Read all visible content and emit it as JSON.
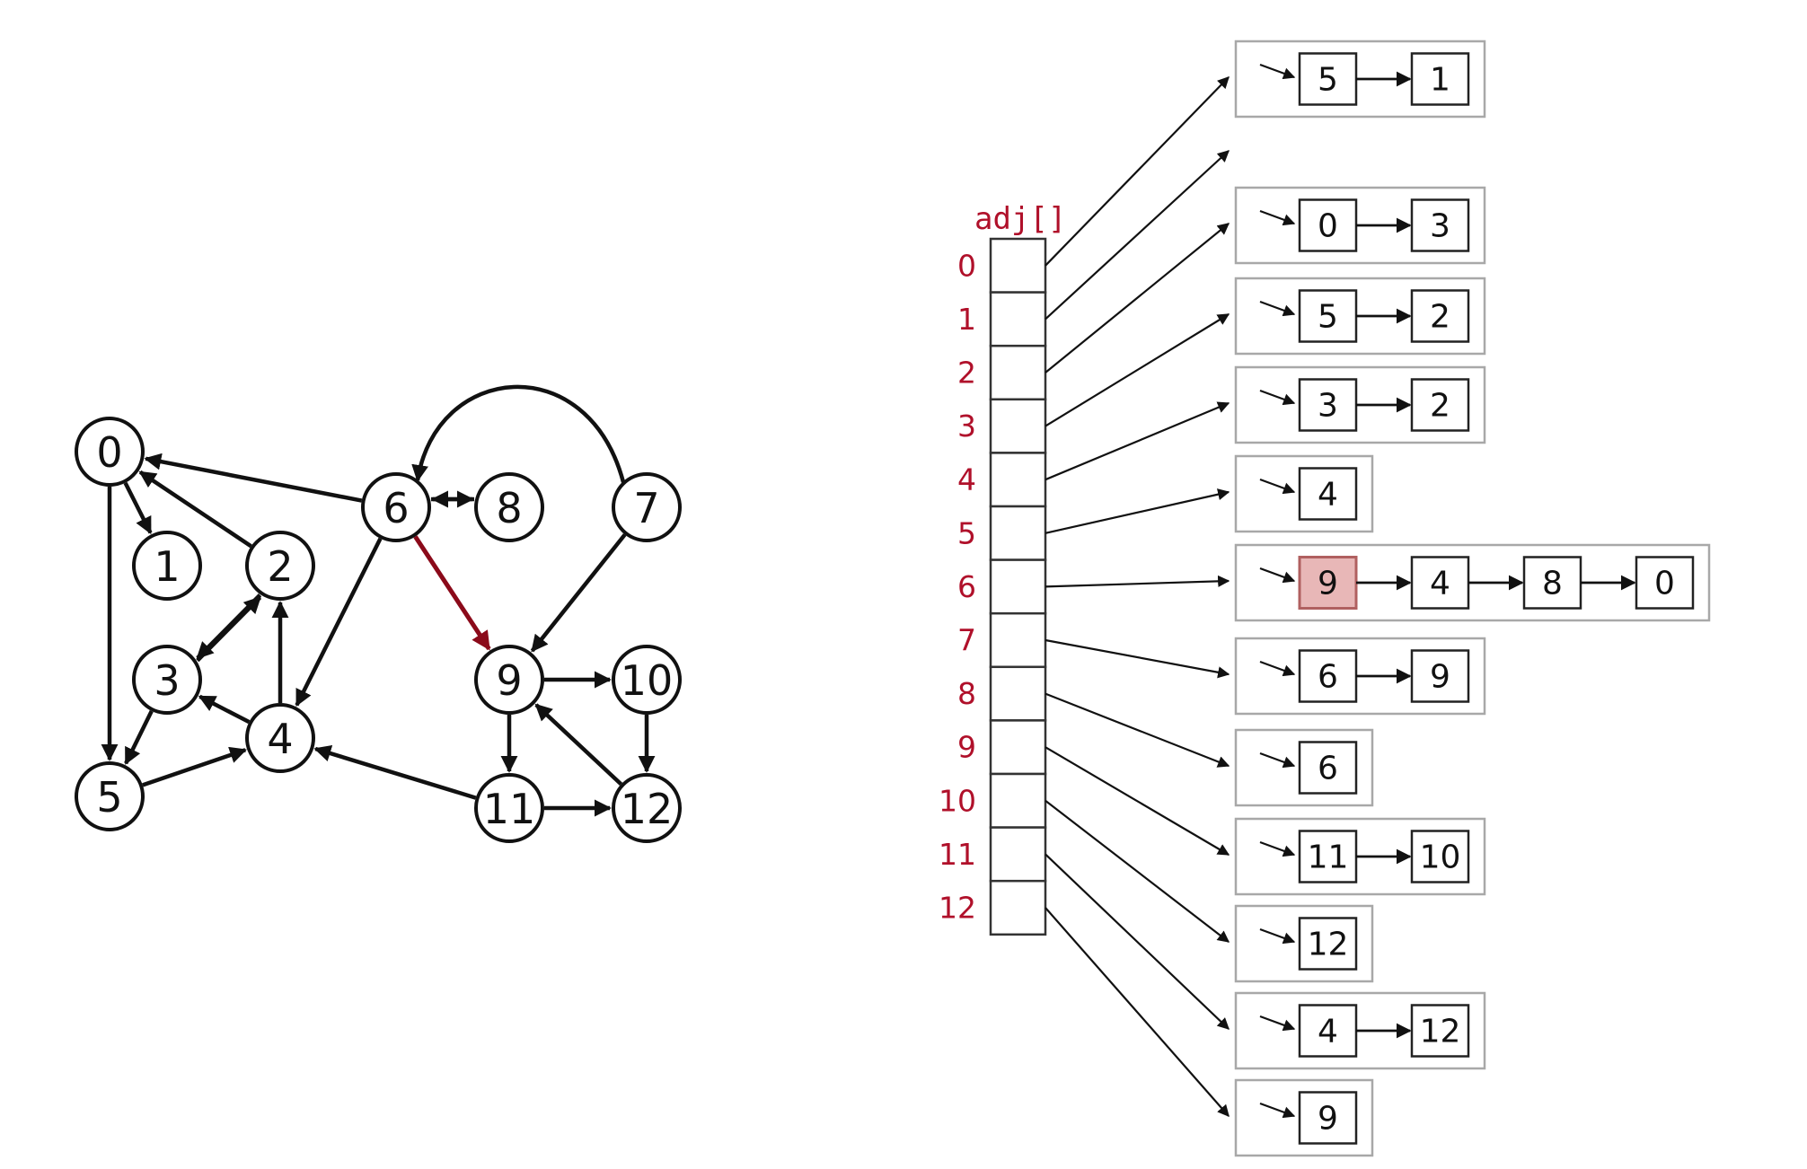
{
  "graph": {
    "nodes": [
      "0",
      "1",
      "2",
      "3",
      "4",
      "5",
      "6",
      "7",
      "8",
      "9",
      "10",
      "11",
      "12"
    ],
    "edges": [
      {
        "from": 0,
        "to": 1
      },
      {
        "from": 0,
        "to": 5
      },
      {
        "from": 2,
        "to": 0
      },
      {
        "from": 2,
        "to": 3
      },
      {
        "from": 3,
        "to": 2
      },
      {
        "from": 3,
        "to": 5
      },
      {
        "from": 4,
        "to": 2
      },
      {
        "from": 4,
        "to": 3
      },
      {
        "from": 5,
        "to": 4
      },
      {
        "from": 6,
        "to": 0
      },
      {
        "from": 6,
        "to": 4
      },
      {
        "from": 6,
        "to": 8
      },
      {
        "from": 6,
        "to": 9,
        "highlight": true
      },
      {
        "from": 7,
        "to": 6
      },
      {
        "from": 7,
        "to": 9
      },
      {
        "from": 8,
        "to": 6
      },
      {
        "from": 9,
        "to": 10
      },
      {
        "from": 9,
        "to": 11
      },
      {
        "from": 10,
        "to": 12
      },
      {
        "from": 11,
        "to": 4
      },
      {
        "from": 11,
        "to": 12
      },
      {
        "from": 12,
        "to": 9
      }
    ],
    "highlight_color": "#8b0a1a"
  },
  "adjacency": {
    "label": "adj[]",
    "indices": [
      "0",
      "1",
      "2",
      "3",
      "4",
      "5",
      "6",
      "7",
      "8",
      "9",
      "10",
      "11",
      "12"
    ],
    "lists": [
      [
        "5",
        "1"
      ],
      [],
      [
        "0",
        "3"
      ],
      [
        "5",
        "2"
      ],
      [
        "3",
        "2"
      ],
      [
        "4"
      ],
      [
        "9",
        "4",
        "8",
        "0"
      ],
      [
        "6",
        "9"
      ],
      [
        "6"
      ],
      [
        "11",
        "10"
      ],
      [
        "12"
      ],
      [
        "4",
        "12"
      ],
      [
        "9"
      ]
    ],
    "highlighted": {
      "list": 6,
      "item": 0
    },
    "label_color": "#b0102a",
    "highlight_fill": "#e8b7b7"
  }
}
